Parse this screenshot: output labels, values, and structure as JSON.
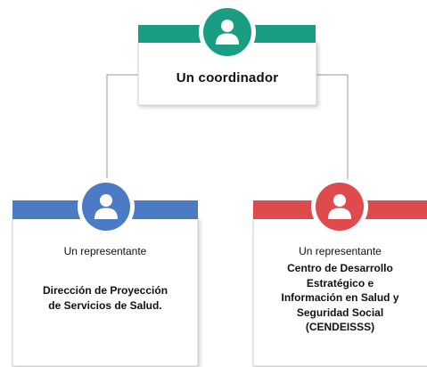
{
  "colors": {
    "coordinator_accent": "#1a9e83",
    "left_accent": "#4a7bc4",
    "right_accent": "#df4a4c",
    "connector": "#9a9a9a"
  },
  "icons": {
    "coordinator": "person-icon",
    "left": "person-icon",
    "right": "person-icon"
  },
  "coordinator": {
    "title": "Un coordinador"
  },
  "left_card": {
    "role": "Un representante",
    "org_lines": [
      "Dirección de Proyección",
      "de Servicios de Salud."
    ]
  },
  "right_card": {
    "role": "Un representante",
    "org_lines": [
      "Centro de Desarrollo",
      "Estratégico e",
      "Información en Salud y",
      "Seguridad Social",
      "(CENDEISSS)"
    ]
  }
}
